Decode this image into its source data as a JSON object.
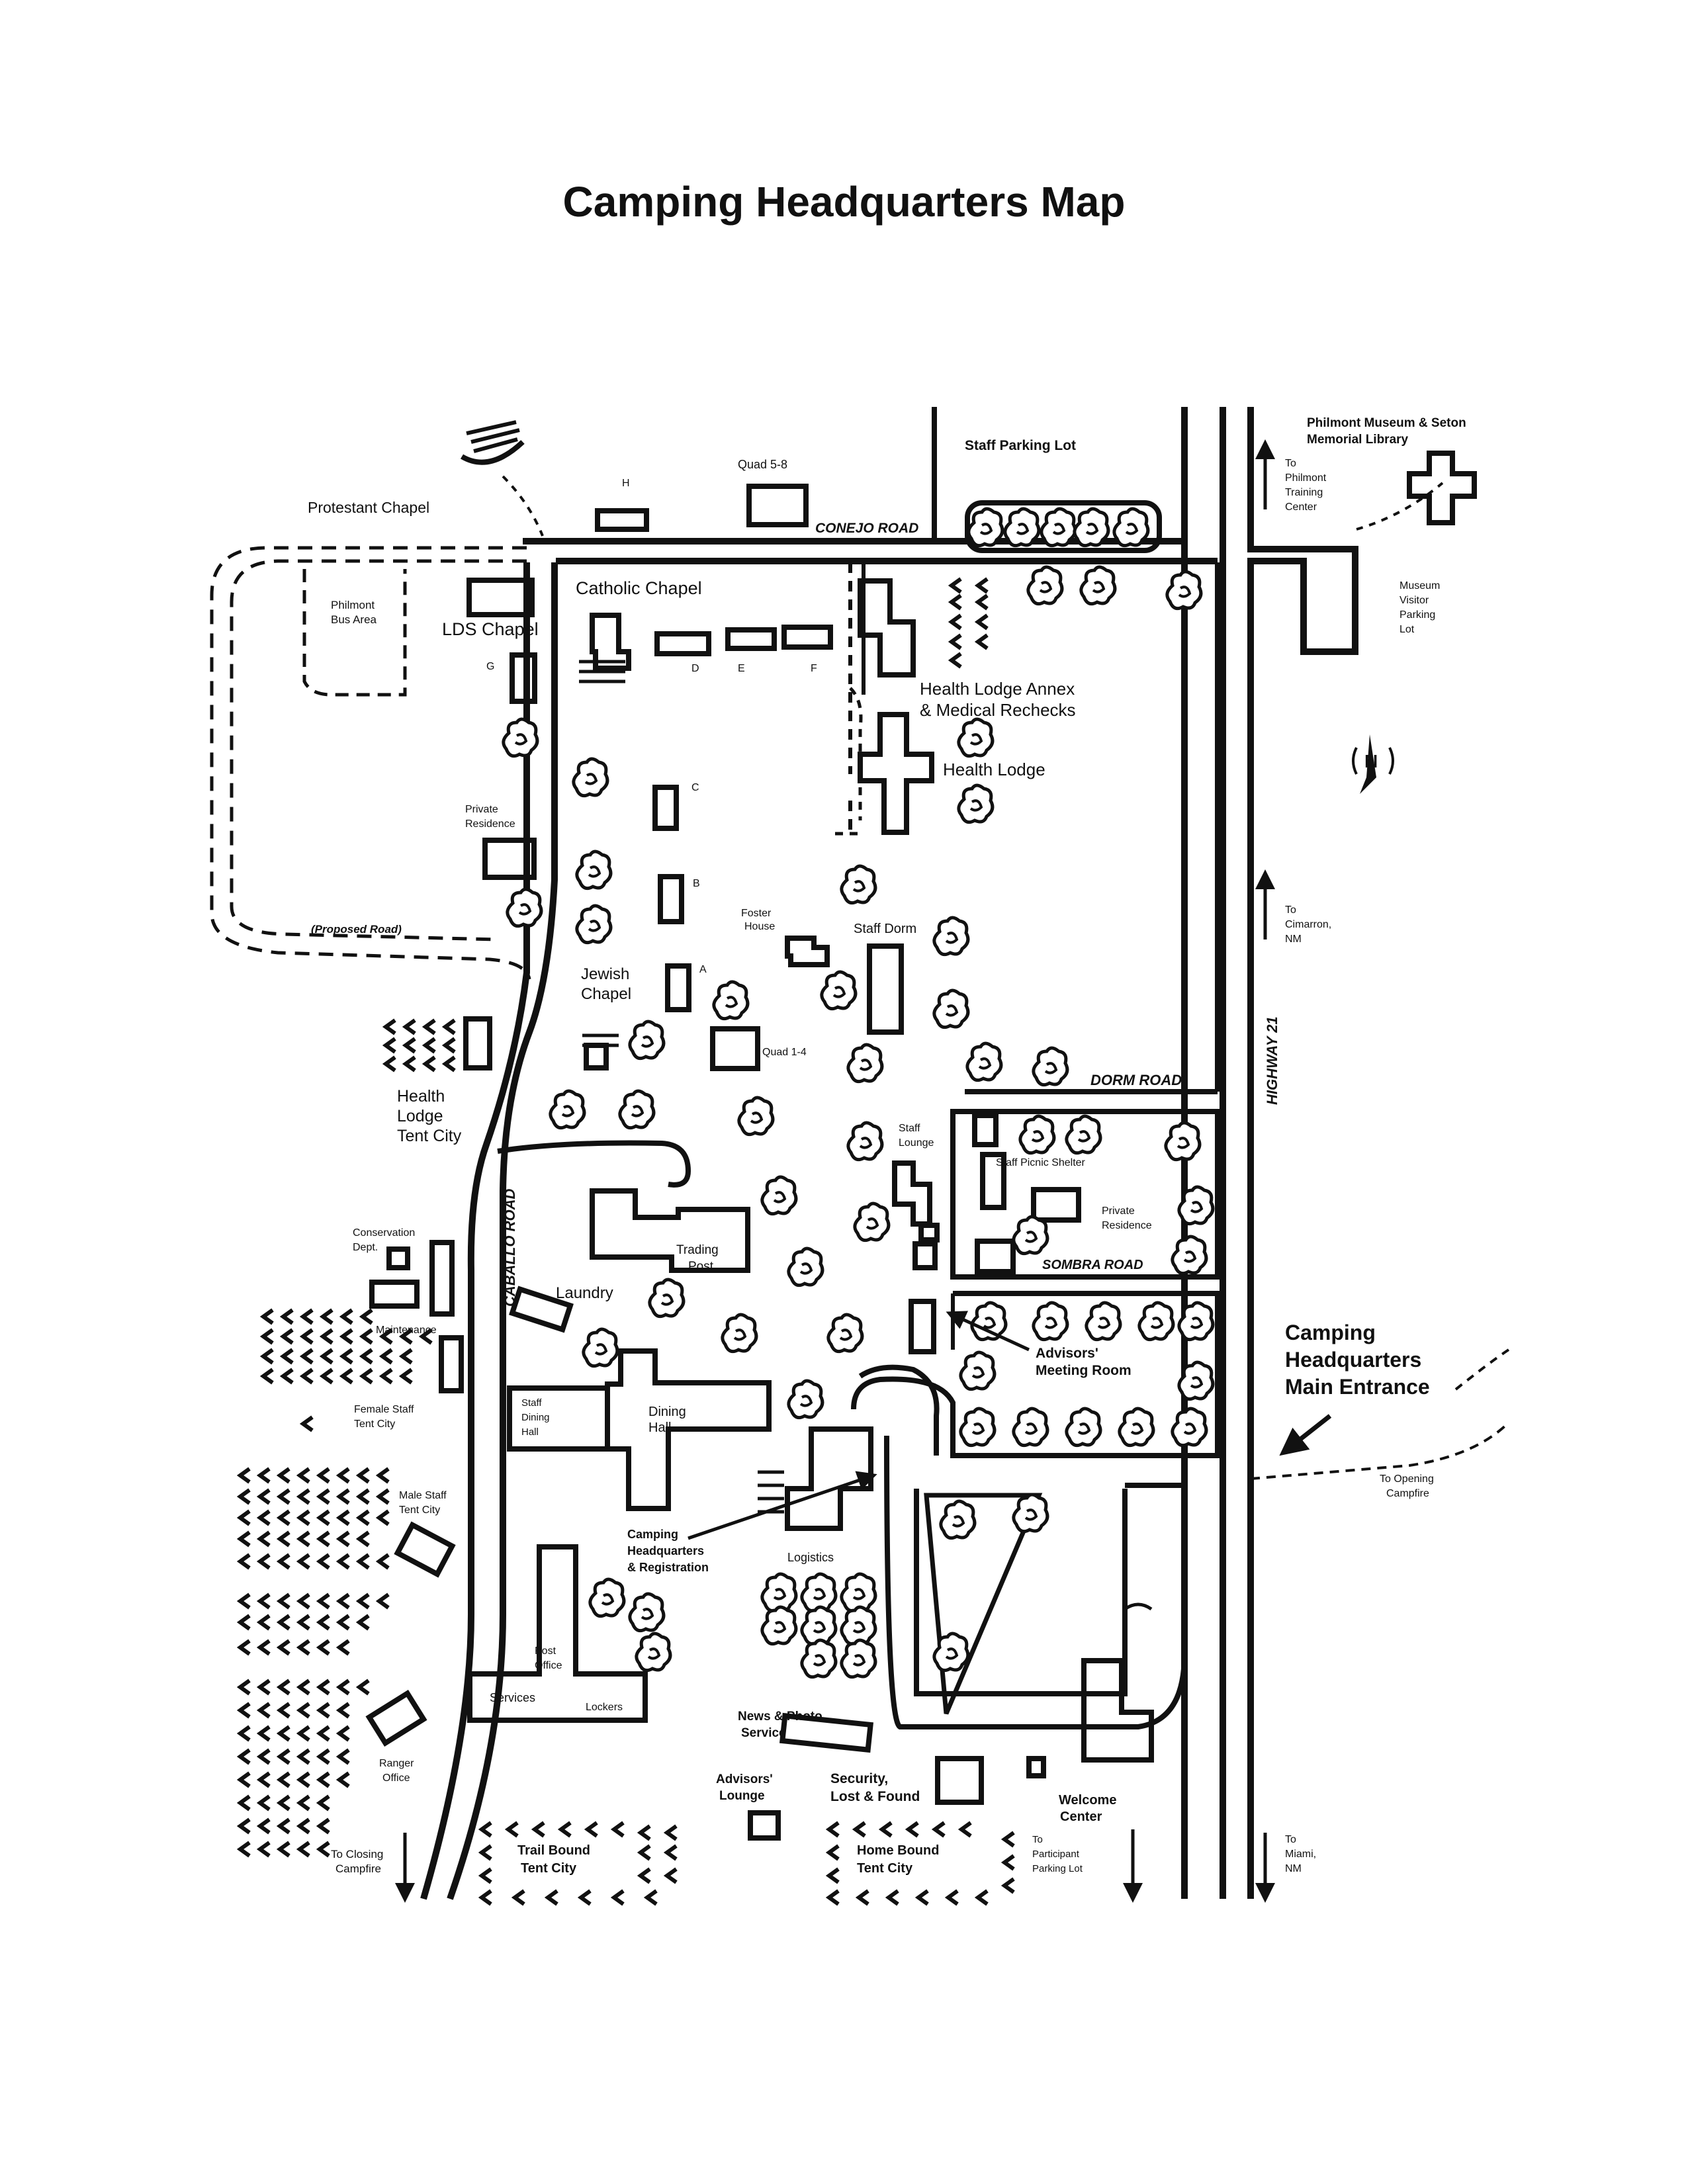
{
  "title": "Camping Headquarters Map",
  "colors": {
    "ink": "#111111",
    "paper": "#ffffff"
  },
  "roads": {
    "conejo": "CONEJO ROAD",
    "dorm": "DORM ROAD",
    "sombra": "SOMBRA ROAD",
    "caballo": "CABALLO ROAD",
    "highway": "HIGHWAY 21",
    "proposed": "(Proposed Road)"
  },
  "labels": {
    "staff_parking_lot": "Staff Parking Lot",
    "museum_1": "Philmont Museum & Seton",
    "museum_2": "Memorial Library",
    "training_1": "To",
    "training_2": "Philmont",
    "training_3": "Training",
    "training_4": "Center",
    "quad_58": "Quad 5-8",
    "h": "H",
    "protestant_chapel": "Protestant Chapel",
    "bus_area_1": "Philmont",
    "bus_area_2": "Bus Area",
    "lds_chapel": "LDS Chapel",
    "catholic_chapel": "Catholic Chapel",
    "g": "G",
    "d": "D",
    "e": "E",
    "f": "F",
    "c": "C",
    "b": "B",
    "a": "A",
    "museum_lot_1": "Museum",
    "museum_lot_2": "Visitor",
    "museum_lot_3": "Parking",
    "museum_lot_4": "Lot",
    "annex_1": "Health Lodge Annex",
    "annex_2": "& Medical Rechecks",
    "health_lodge": "Health Lodge",
    "private_res_1a": "Private",
    "private_res_1b": "Residence",
    "foster_1": "Foster",
    "foster_2": "House",
    "staff_dorm": "Staff Dorm",
    "cimarron_1": "To",
    "cimarron_2": "Cimarron,",
    "cimarron_3": "NM",
    "jewish_1": "Jewish",
    "jewish_2": "Chapel",
    "quad_14": "Quad 1-4",
    "hl_tent_1": "Health",
    "hl_tent_2": "Lodge",
    "hl_tent_3": "Tent City",
    "staff_lounge_1": "Staff",
    "staff_lounge_2": "Lounge",
    "staff_picnic": "Staff Picnic Shelter",
    "private_res_2a": "Private",
    "private_res_2b": "Residence",
    "conservation_1": "Conservation",
    "conservation_2": "Dept.",
    "trading_1": "Trading",
    "trading_2": "Post",
    "laundry": "Laundry",
    "maintenance": "Maintenance",
    "advisors_meeting_1": "Advisors'",
    "advisors_meeting_2": "Meeting Room",
    "main_entrance_1": "Camping",
    "main_entrance_2": "Headquarters",
    "main_entrance_3": "Main Entrance",
    "female_staff_1": "Female Staff",
    "female_staff_2": "Tent City",
    "staff_dining_1": "Staff",
    "staff_dining_2": "Dining",
    "staff_dining_3": "Hall",
    "dining_1": "Dining",
    "dining_2": "Hall",
    "opening_1": "To Opening",
    "opening_2": "Campfire",
    "male_staff_1": "Male Staff",
    "male_staff_2": "Tent City",
    "chq_1": "Camping",
    "chq_2": "Headquarters",
    "chq_3": "& Registration",
    "logistics": "Logistics",
    "post_office_1": "Post",
    "post_office_2": "Office",
    "services": "Services",
    "lockers": "Lockers",
    "news_1": "News & Photo",
    "news_2": "Service",
    "ranger_1": "Ranger",
    "ranger_2": "Office",
    "advisors_lounge_1": "Advisors'",
    "advisors_lounge_2": "Lounge",
    "security_1": "Security,",
    "security_2": "Lost & Found",
    "welcome_1": "Welcome",
    "welcome_2": "Center",
    "closing_1": "To Closing",
    "closing_2": "Campfire",
    "trail_bound_1": "Trail Bound",
    "trail_bound_2": "Tent City",
    "home_bound_1": "Home Bound",
    "home_bound_2": "Tent City",
    "participant_1": "To",
    "participant_2": "Participant",
    "participant_3": "Parking Lot",
    "miami_1": "To",
    "miami_2": "Miami,",
    "miami_3": "NM",
    "north": "N"
  },
  "icons": [
    "tree-icon",
    "tent-icon",
    "north-arrow-icon",
    "direction-arrow-icon"
  ]
}
